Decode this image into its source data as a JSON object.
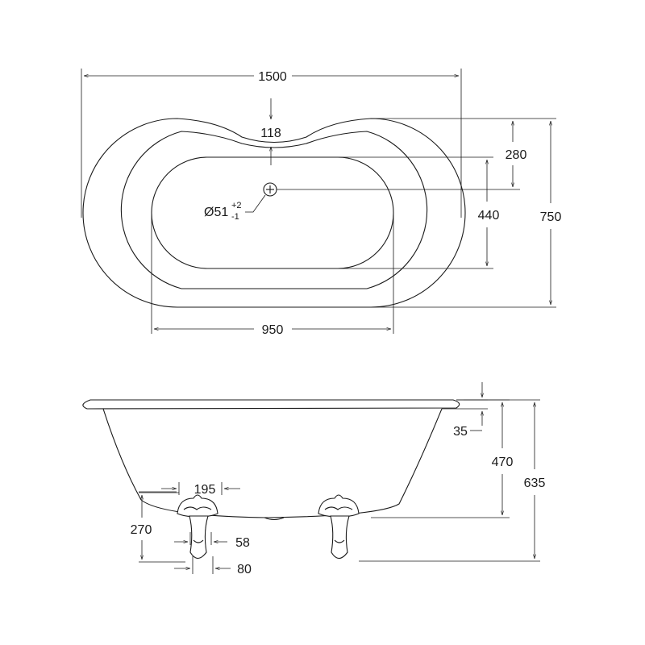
{
  "top_view": {
    "overall_length": "1500",
    "overall_width": "750",
    "rim_dip": "118",
    "waste_offset": "280",
    "inner_width": "440",
    "inner_length": "950",
    "waste_diameter_symbol": "Ø51",
    "waste_tol_upper": "+2",
    "waste_tol_lower": "-1"
  },
  "side_view": {
    "rim_thickness": "35",
    "depth": "470",
    "overall_height": "635",
    "foot_spacing": "195",
    "foot_height": "270",
    "foot_neck": "58",
    "foot_base": "80"
  }
}
